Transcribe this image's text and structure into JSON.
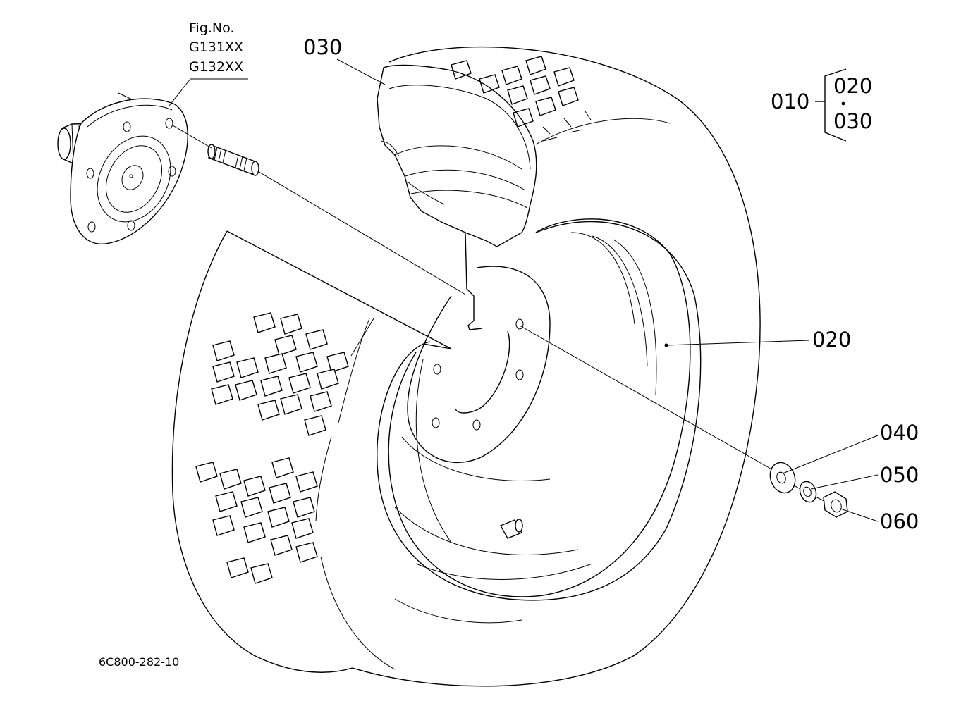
{
  "figure": {
    "fig_no_label": "Fig.No.",
    "fig_codes": [
      "G131XX",
      "G132XX"
    ],
    "drawing_code": "6C800-282-10"
  },
  "parts": {
    "p010": "010",
    "p020": "020",
    "p030": "030",
    "p040": "040",
    "p050": "050",
    "p060": "060"
  },
  "assembly_group": {
    "label": "010",
    "members": [
      "020",
      "030"
    ]
  }
}
